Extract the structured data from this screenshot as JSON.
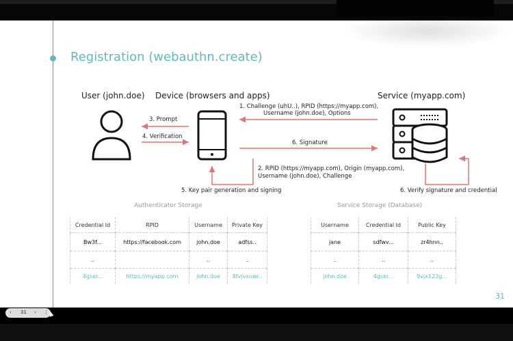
{
  "slide": {
    "title": "Registration (webauthn.create)",
    "page_number": "31",
    "actors": {
      "user": "User (john.doe)",
      "device": "Device (browsers and apps)",
      "service": "Service (myapp.com)"
    },
    "steps": {
      "s1_line1": "1. Challenge (uhU..), RPID (https://myapp.com),",
      "s1_line2": "Username (john.doe), Options",
      "s2_line1": "2. RPID (https://myapp.com), Origin (myapp.com),",
      "s2_line2": "Username (john.doe), Challenge",
      "s3": "3. Prompt",
      "s4": "4. Verification",
      "s5": "5. Key pair generation and signing",
      "s6_signature": "6. Signature",
      "s6_verify": "6. Verify signature and credential"
    },
    "auth_storage": {
      "caption": "Authenticator Storage",
      "headers": [
        "Credential Id",
        "RPID",
        "Username",
        "Private Key"
      ],
      "row1": [
        "Bw3f...",
        "https://facebook.com",
        "john.doe",
        "adfss.."
      ],
      "row2": [
        "..",
        "",
        "..",
        ".."
      ],
      "row3": [
        "4gser...",
        "https://myapp.com",
        "john.doe",
        "8fvjvxuwr.."
      ]
    },
    "service_storage": {
      "caption": "Service Storage (Database)",
      "headers": [
        "Username",
        "Credential Id",
        "Public Key"
      ],
      "row1": [
        "jane",
        "sdfwv...",
        "zr4hnn.."
      ],
      "row2": [
        "..",
        "..",
        ".."
      ],
      "row3": [
        "john.doe",
        "4gser...",
        "9vjx123g..."
      ]
    }
  },
  "controls": {
    "prev": "‹",
    "page": "31",
    "next": "›",
    "menu": "⋮"
  },
  "colors": {
    "accent": "#5fb9bb",
    "arrow": "#e07478"
  }
}
